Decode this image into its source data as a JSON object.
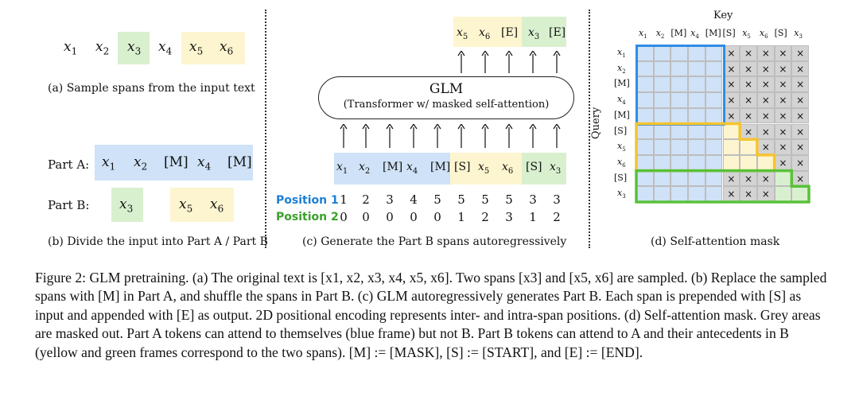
{
  "panel_a": {
    "tokens": [
      {
        "sym": "x",
        "sub": "1"
      },
      {
        "sym": "x",
        "sub": "2"
      },
      {
        "sym": "x",
        "sub": "3"
      },
      {
        "sym": "x",
        "sub": "4"
      },
      {
        "sym": "x",
        "sub": "5"
      },
      {
        "sym": "x",
        "sub": "6"
      }
    ],
    "caption": "(a)  Sample spans from the input text"
  },
  "panel_b": {
    "part_a_label": "Part A:",
    "part_b_label": "Part B:",
    "part_a_tokens": [
      {
        "sym": "x",
        "sub": "1"
      },
      {
        "sym": "x",
        "sub": "2"
      },
      {
        "sym": "[M]",
        "sub": ""
      },
      {
        "sym": "x",
        "sub": "4"
      },
      {
        "sym": "[M]",
        "sub": ""
      }
    ],
    "part_b_span1": [
      {
        "sym": "x",
        "sub": "3"
      }
    ],
    "part_b_span2": [
      {
        "sym": "x",
        "sub": "5"
      },
      {
        "sym": "x",
        "sub": "6"
      }
    ],
    "caption": "(b)  Divide the input into Part A / Part B"
  },
  "panel_c": {
    "glm_title": "GLM",
    "glm_subtitle": "(Transformer w/ masked self-attention)",
    "outputs": [
      {
        "sym": "x",
        "sub": "5"
      },
      {
        "sym": "x",
        "sub": "6"
      },
      {
        "sym": "[E]",
        "sub": ""
      },
      {
        "sym": "x",
        "sub": "3"
      },
      {
        "sym": "[E]",
        "sub": ""
      }
    ],
    "inputs": [
      {
        "sym": "x",
        "sub": "1"
      },
      {
        "sym": "x",
        "sub": "2"
      },
      {
        "sym": "[M]",
        "sub": ""
      },
      {
        "sym": "x",
        "sub": "4"
      },
      {
        "sym": "[M]",
        "sub": ""
      },
      {
        "sym": "[S]",
        "sub": ""
      },
      {
        "sym": "x",
        "sub": "5"
      },
      {
        "sym": "x",
        "sub": "6"
      },
      {
        "sym": "[S]",
        "sub": ""
      },
      {
        "sym": "x",
        "sub": "3"
      }
    ],
    "position1_label": "Position 1",
    "position2_label": "Position 2",
    "position1": [
      "1",
      "2",
      "3",
      "4",
      "5",
      "5",
      "5",
      "5",
      "3",
      "3"
    ],
    "position2": [
      "0",
      "0",
      "0",
      "0",
      "0",
      "1",
      "2",
      "3",
      "1",
      "2"
    ],
    "caption": "(c)  Generate the Part B spans autoregressively"
  },
  "panel_d": {
    "key_label": "Key",
    "query_label": "Query",
    "key_tokens": [
      {
        "sym": "x",
        "sub": "1"
      },
      {
        "sym": "x",
        "sub": "2"
      },
      {
        "sym": "[M]",
        "sub": ""
      },
      {
        "sym": "x",
        "sub": "4"
      },
      {
        "sym": "[M]",
        "sub": ""
      },
      {
        "sym": "[S]",
        "sub": ""
      },
      {
        "sym": "x",
        "sub": "5"
      },
      {
        "sym": "x",
        "sub": "6"
      },
      {
        "sym": "[S]",
        "sub": ""
      },
      {
        "sym": "x",
        "sub": "3"
      }
    ],
    "query_tokens": [
      {
        "sym": "x",
        "sub": "1"
      },
      {
        "sym": "x",
        "sub": "2"
      },
      {
        "sym": "[M]",
        "sub": ""
      },
      {
        "sym": "x",
        "sub": "4"
      },
      {
        "sym": "[M]",
        "sub": ""
      },
      {
        "sym": "[S]",
        "sub": ""
      },
      {
        "sym": "x",
        "sub": "5"
      },
      {
        "sym": "x",
        "sub": "6"
      },
      {
        "sym": "[S]",
        "sub": ""
      },
      {
        "sym": "x",
        "sub": "3"
      }
    ],
    "mask_symbol": "×",
    "colors": {
      "blue": "#cfe2f7",
      "blue_frame": "#2f8de4",
      "yellow": "#fdf5cf",
      "yellow_frame": "#f5c431",
      "green": "#d9f0cf",
      "green_frame": "#58c23a",
      "grey": "#d3d3d3"
    },
    "caption": "(d)  Self-attention mask"
  },
  "figure_caption": {
    "label": "Figure 2:",
    "text": "GLM pretraining. (a) The original text is [x1, x2, x3, x4, x5, x6]. Two spans [x3] and [x5, x6] are sampled. (b) Replace the sampled spans with [M] in Part A, and shuffle the spans in Part B. (c) GLM autoregressively generates Part B. Each span is prepended with [S] as input and appended with [E] as output.  2D positional encoding represents inter- and intra-span positions. (d) Self-attention mask. Grey areas are masked out. Part A tokens can attend to themselves (blue frame) but not B. Part B tokens can attend to A and their antecedents in B (yellow and green frames correspond to the two spans). [M] := [MASK], [S] := [START], and [E] := [END]."
  }
}
